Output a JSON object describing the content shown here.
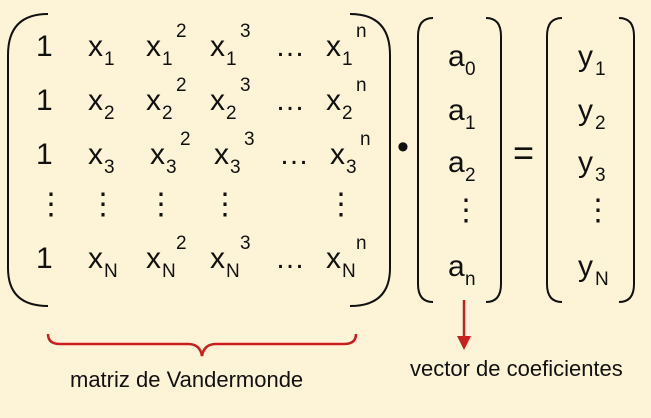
{
  "matrix": {
    "rows": [
      [
        {
          "base": "1"
        },
        {
          "base": "x",
          "sub": "1"
        },
        {
          "base": "x",
          "sub": "1",
          "sup": "2"
        },
        {
          "base": "x",
          "sub": "1",
          "sup": "3"
        },
        {
          "base": "…"
        },
        {
          "base": "x",
          "sub": "1",
          "sup": "n"
        }
      ],
      [
        {
          "base": "1"
        },
        {
          "base": "x",
          "sub": "2"
        },
        {
          "base": "x",
          "sub": "2",
          "sup": "2"
        },
        {
          "base": "x",
          "sub": "2",
          "sup": "3"
        },
        {
          "base": "…"
        },
        {
          "base": "x",
          "sub": "2",
          "sup": "n"
        }
      ],
      [
        {
          "base": "1"
        },
        {
          "base": "x",
          "sub": "3"
        },
        {
          "base": "x",
          "sub": "3",
          "sup": "2"
        },
        {
          "base": "x",
          "sub": "3",
          "sup": "3"
        },
        {
          "base": "…"
        },
        {
          "base": "x",
          "sub": "3",
          "sup": "n"
        }
      ],
      [
        {
          "base": "⋮"
        },
        {
          "base": "⋮"
        },
        {
          "base": "⋮"
        },
        {
          "base": "⋮"
        },
        {
          "base": ""
        },
        {
          "base": "⋮"
        }
      ],
      [
        {
          "base": "1"
        },
        {
          "base": "x",
          "sub": "N"
        },
        {
          "base": "x",
          "sub": "N",
          "sup": "2"
        },
        {
          "base": "x",
          "sub": "N",
          "sup": "3"
        },
        {
          "base": "…"
        },
        {
          "base": "x",
          "sub": "N",
          "sup": "n"
        }
      ]
    ]
  },
  "operator_dot": "•",
  "coef_vector": [
    {
      "base": "a",
      "sub": "0"
    },
    {
      "base": "a",
      "sub": "1"
    },
    {
      "base": "a",
      "sub": "2"
    },
    {
      "base": "⋮"
    },
    {
      "base": "a",
      "sub": "n"
    }
  ],
  "equals": "=",
  "y_vector": [
    {
      "base": "y",
      "sub": "1"
    },
    {
      "base": "y",
      "sub": "2"
    },
    {
      "base": "y",
      "sub": "3"
    },
    {
      "base": "⋮"
    },
    {
      "base": "y",
      "sub": "N"
    }
  ],
  "labels": {
    "matrix": "matriz de Vandermonde",
    "vector": "vector de coeficientes"
  },
  "colors": {
    "background": "#fdf4d8",
    "accent": "#c81e1e",
    "ink": "#111111"
  }
}
